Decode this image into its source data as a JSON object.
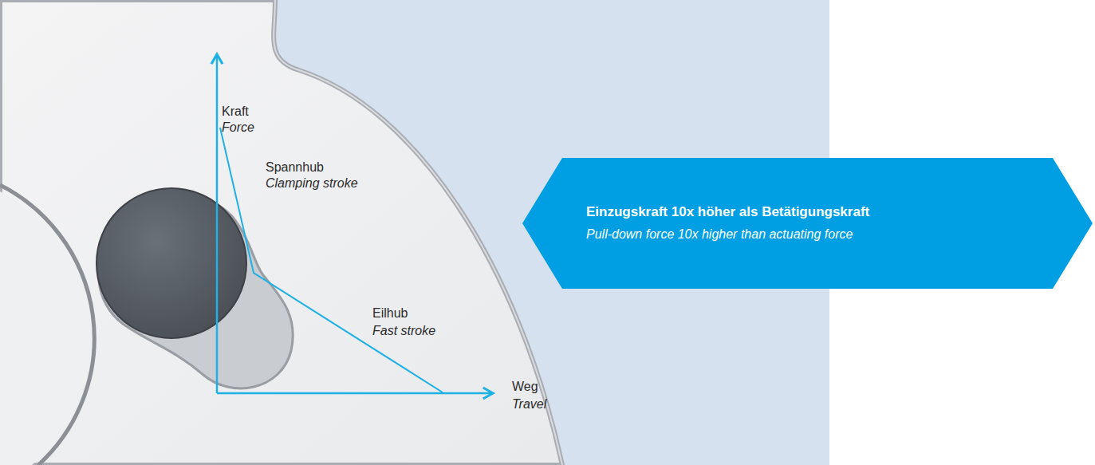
{
  "diagram": {
    "nodes": [
      {
        "text": [
          "Einzugskraft 10x höher als Betätigungskraft",
          "Pull-down force 10x higher than actuating force"
        ]
      }
    ],
    "edges": [],
    "labels": [
      "Kraft",
      "Force",
      "Spannhub",
      "Clamping stroke",
      "Eilhub",
      "Fast stroke",
      "Weg",
      "Travel"
    ]
  }
}
